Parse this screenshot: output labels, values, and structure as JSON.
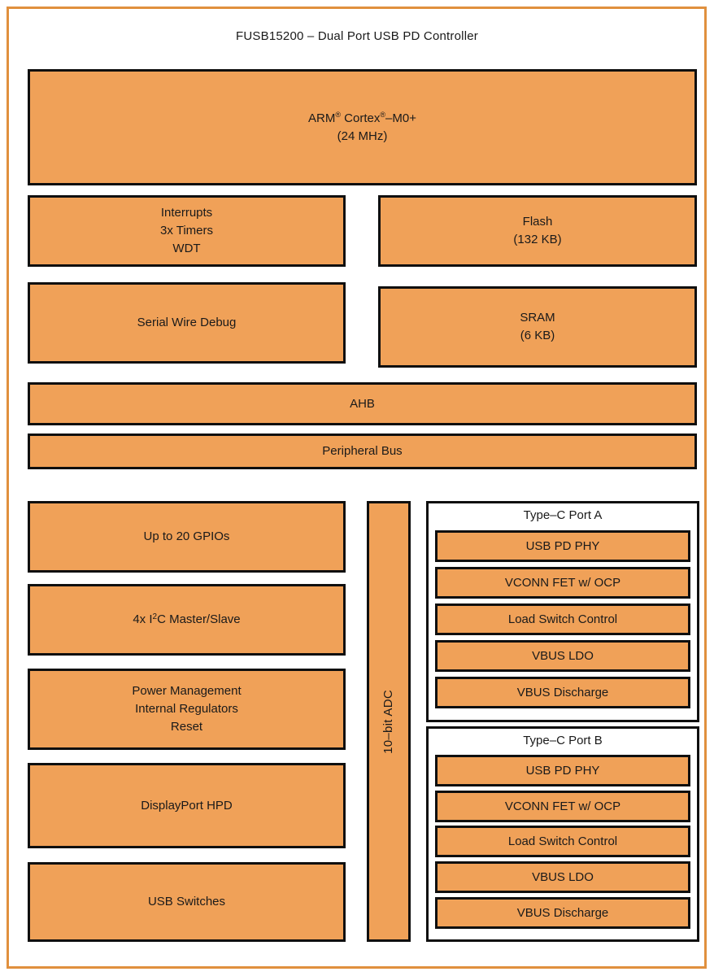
{
  "title": "FUSB15200 – Dual Port USB PD Controller",
  "colors": {
    "block_fill": "#F0A158",
    "block_border": "#0F0F0F",
    "page_border": "#E0903E",
    "text": "#1A1A1A",
    "background": "#FFFFFF"
  },
  "cpu": {
    "name_pre": "ARM",
    "reg1": "®",
    "name_mid": " Cortex",
    "reg2": "®",
    "name_post": "–M0+",
    "freq": "(24 MHz)"
  },
  "system": {
    "interrupts": {
      "lines": [
        "Interrupts",
        "3x Timers",
        "WDT"
      ]
    },
    "flash": {
      "lines": [
        "Flash",
        "(132 KB)"
      ]
    },
    "swd": {
      "label": "Serial Wire Debug"
    },
    "sram": {
      "lines": [
        "SRAM",
        "(6 KB)"
      ]
    }
  },
  "buses": {
    "ahb": "AHB",
    "peripheral": "Peripheral Bus"
  },
  "peripherals": {
    "gpio": "Up to 20 GPIOs",
    "i2c": {
      "pre": "4x I",
      "sup": "2",
      "post": "C Master/Slave"
    },
    "power": {
      "lines": [
        "Power Management",
        "Internal Regulators",
        "Reset"
      ]
    },
    "displayport": "DisplayPort HPD",
    "usb_switches": "USB Switches"
  },
  "adc": {
    "label": "10–bit ADC"
  },
  "ports": [
    {
      "title": "Type–C Port A",
      "blocks": [
        "USB PD PHY",
        "VCONN FET w/ OCP",
        "Load Switch Control",
        "VBUS LDO",
        "VBUS Discharge"
      ]
    },
    {
      "title": "Type–C Port B",
      "blocks": [
        "USB PD PHY",
        "VCONN FET w/ OCP",
        "Load Switch Control",
        "VBUS LDO",
        "VBUS Discharge"
      ]
    }
  ]
}
